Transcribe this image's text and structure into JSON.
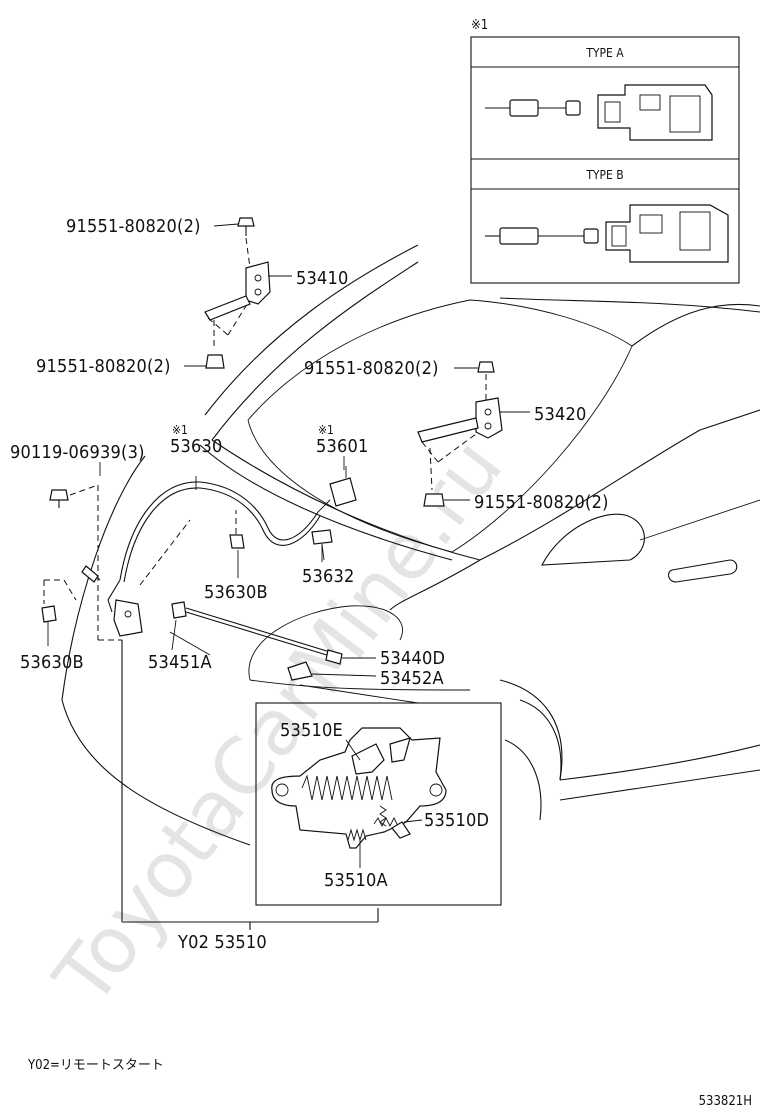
{
  "diagram_code": "533821H",
  "footnote": "Y02=リモートスタート",
  "watermark": "ToyotaCarMine.ru",
  "inset_mark": "※1",
  "inset": {
    "type_a": "TYPE A",
    "type_b": "TYPE B"
  },
  "parts": {
    "bolt_top": "91551-80820(2)",
    "hinge_left": "53410",
    "bolt_left_lower": "91551-80820(2)",
    "bolt_right_upper": "91551-80820(2)",
    "hinge_right": "53420",
    "bolt_right_lower": "91551-80820(2)",
    "clip_screw": "90119-06939(3)",
    "cable_mark": "※1",
    "cable": "53630",
    "switch_mark": "※1",
    "switch": "53601",
    "clamp_center": "53630B",
    "clamp_bracket": "53632",
    "clamp_left": "53630B",
    "support_holder": "53451A",
    "hood_support": "53440D",
    "support_clip": "53452A",
    "lock_sub_e": "53510E",
    "lock_sub_d": "53510D",
    "lock_sub_a": "53510A",
    "lock_assy": "Y02 53510"
  }
}
